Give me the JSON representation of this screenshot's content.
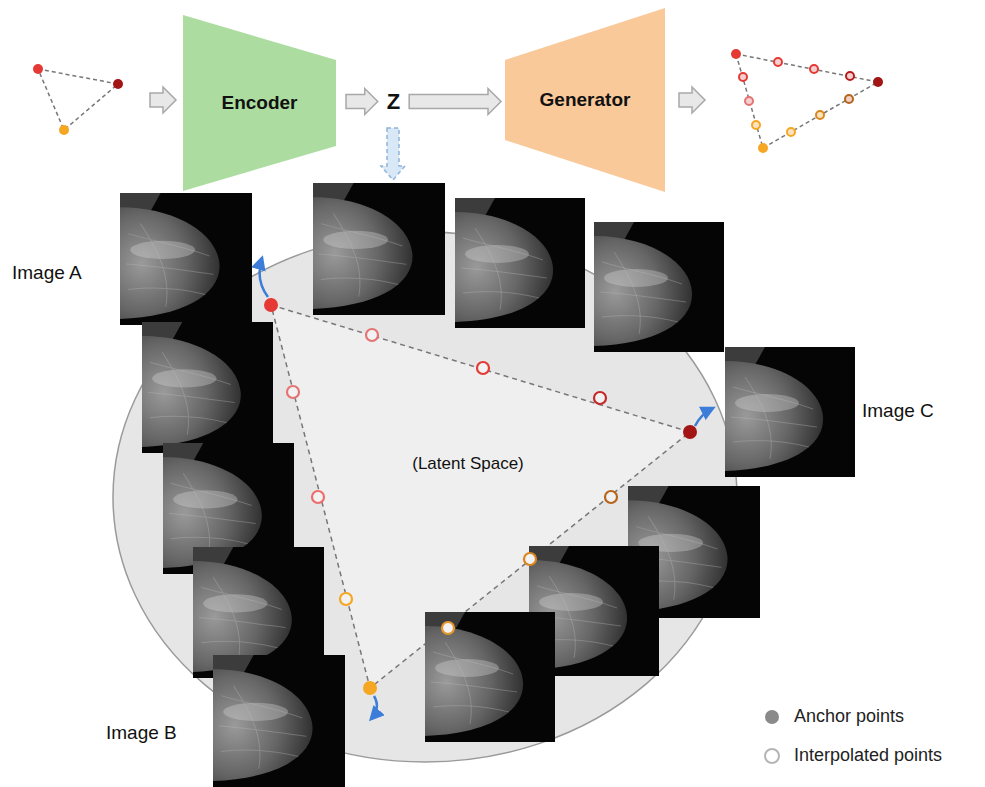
{
  "diagram": {
    "nodes": [
      {
        "text": [
          "Encoder"
        ]
      },
      {
        "text": [
          "Generator"
        ]
      }
    ],
    "edges": [
      {
        "from": 0,
        "to": 1,
        "arrow": "to",
        "label": "Z"
      }
    ],
    "labels": [
      "Image A",
      "Image B",
      "Image C",
      "(Latent Space)"
    ],
    "legend": [
      {
        "text": "Anchor points"
      },
      {
        "text": "Interpolated points"
      }
    ]
  }
}
